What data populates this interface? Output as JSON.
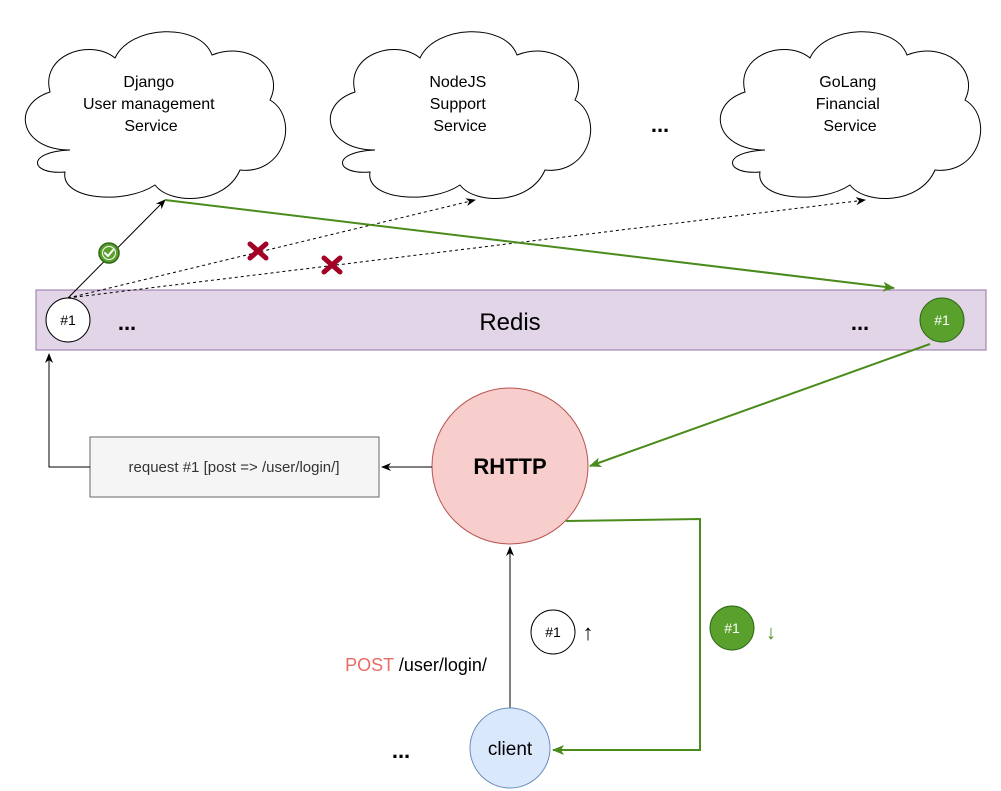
{
  "services": [
    {
      "lines": [
        "Django",
        "User management",
        "Service"
      ]
    },
    {
      "lines": [
        "NodeJS",
        "Support",
        "Service"
      ]
    },
    {
      "lines": [
        "GoLang",
        "Financial",
        "Service"
      ]
    }
  ],
  "services_ellipsis": "...",
  "redis": {
    "label": "Redis",
    "left_badge": "#1",
    "left_ellipsis": "...",
    "right_ellipsis": "...",
    "right_badge": "#1"
  },
  "rhttp": {
    "label": "RHTTP"
  },
  "request_box": {
    "label": "request #1 [post => /user/login/]"
  },
  "client": {
    "label": "client",
    "ellipsis": "..."
  },
  "request_line": {
    "method": "POST",
    "path": " /user/login/"
  },
  "up_badge": {
    "label": "#1",
    "arrow": "↑"
  },
  "down_badge": {
    "label": "#1",
    "arrow": "↓"
  },
  "colors": {
    "green": "#4a8b1c",
    "green_fill": "#5aa02c",
    "redis_fill": "#e1d5e7",
    "redis_stroke": "#9673a6",
    "rhttp_fill": "#f8cecc",
    "rhttp_stroke": "#b85450",
    "client_fill": "#dae8fc",
    "client_stroke": "#6c8ebf",
    "cross": "#a20025",
    "post": "#ea6b66"
  },
  "icons": {
    "check": "check-circle-icon",
    "cross": "cross-mark-icon"
  }
}
